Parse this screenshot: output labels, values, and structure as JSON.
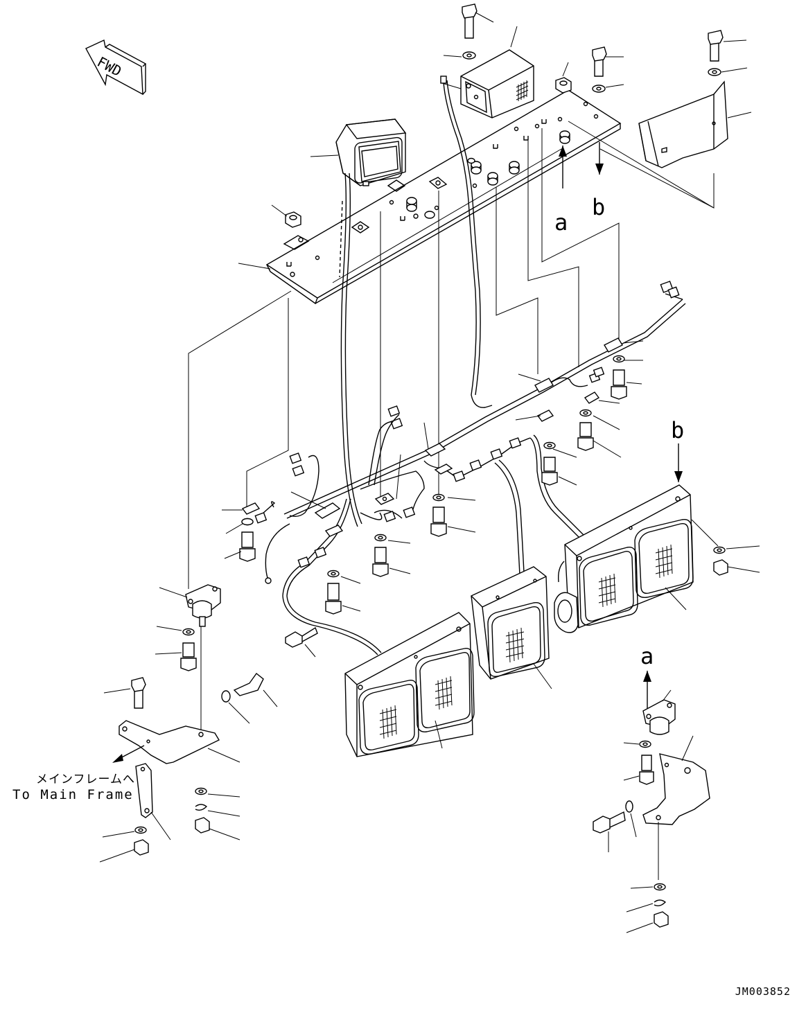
{
  "diagram": {
    "direction_label": "FWD",
    "view_labels": [
      "a",
      "b",
      "a",
      "b"
    ],
    "note_japanese": "メインフレームへ",
    "note_english": "To Main Frame",
    "drawing_code": "JM003852"
  }
}
